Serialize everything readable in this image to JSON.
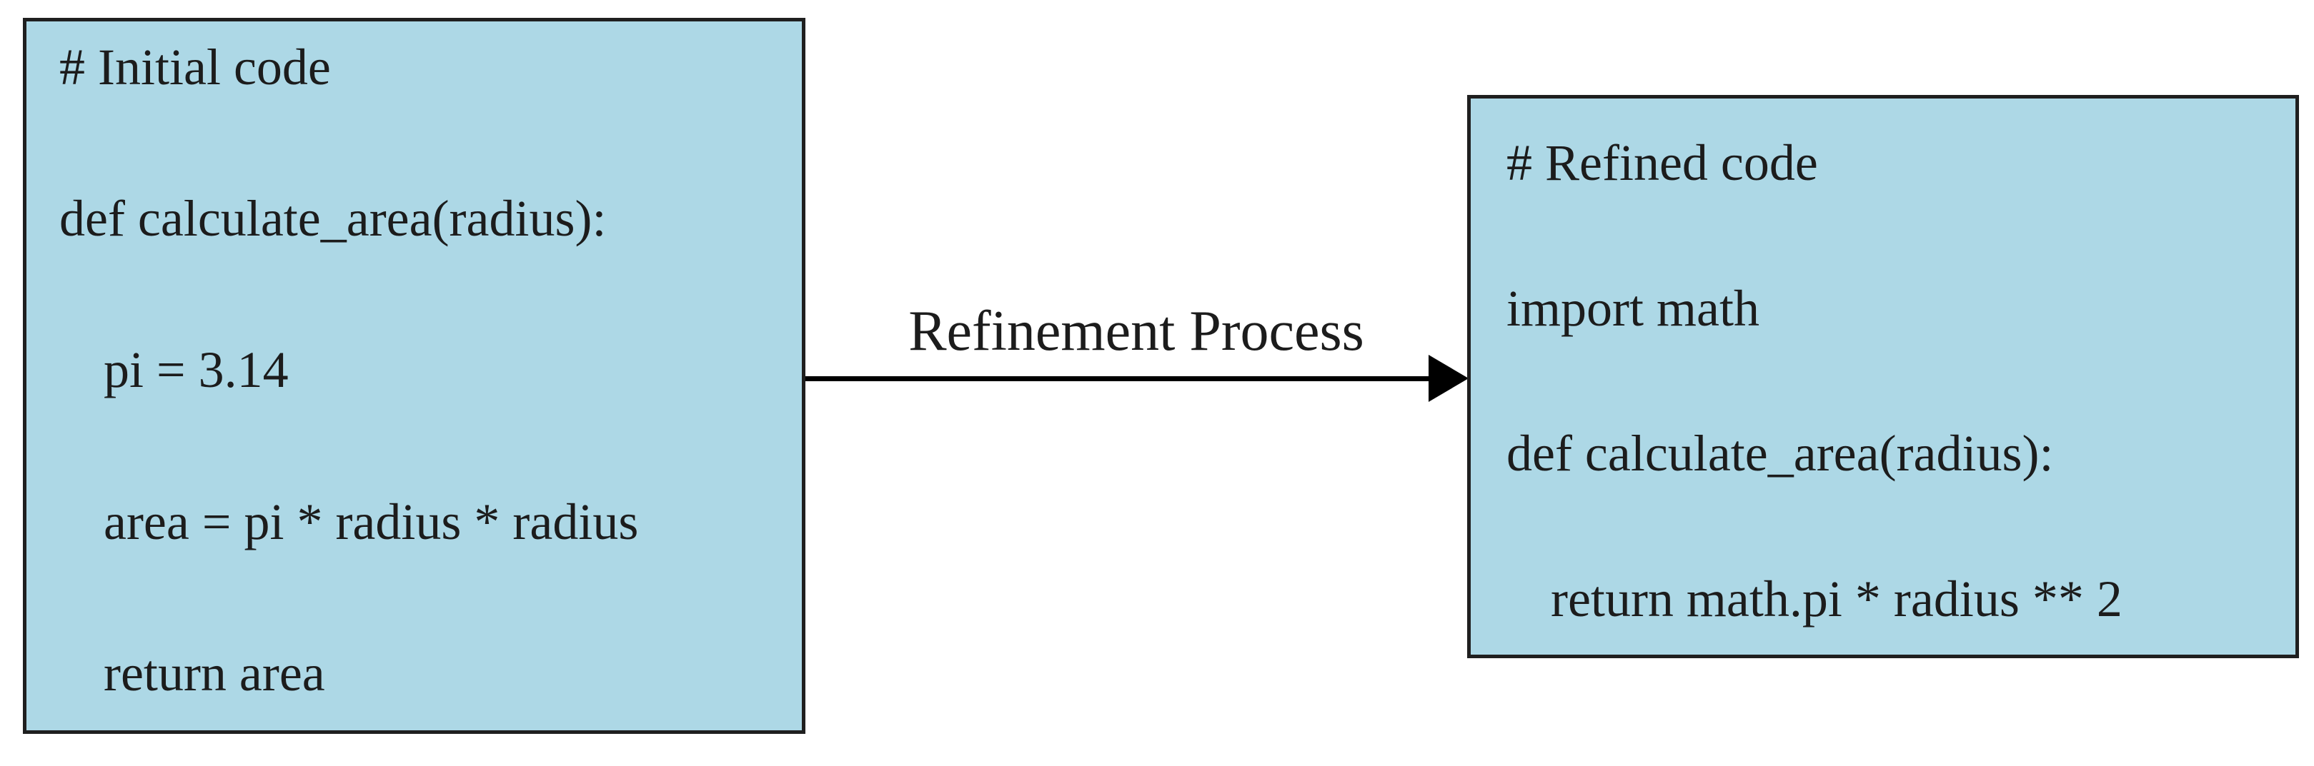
{
  "diagram": {
    "arrow_label": "Refinement Process",
    "left_box": {
      "title_comment": "# Initial code",
      "lines": [
        {
          "text": "# Initial code",
          "indent": 0
        },
        {
          "text": "def calculate_area(radius):",
          "indent": 0
        },
        {
          "text": "pi = 3.14",
          "indent": 1
        },
        {
          "text": "area = pi * radius * radius",
          "indent": 1
        },
        {
          "text": "return area",
          "indent": 1
        }
      ]
    },
    "right_box": {
      "title_comment": "# Refined code",
      "lines": [
        {
          "text": "# Refined code",
          "indent": 0
        },
        {
          "text": "import math",
          "indent": 0
        },
        {
          "text": "def calculate_area(radius):",
          "indent": 0
        },
        {
          "text": "return math.pi * radius ** 2",
          "indent": 1
        }
      ]
    },
    "colors": {
      "box_fill": "#add8e6",
      "box_border": "#1f1f1f",
      "text": "#1c1c1c",
      "arrow": "#000000",
      "background": "#ffffff"
    }
  }
}
